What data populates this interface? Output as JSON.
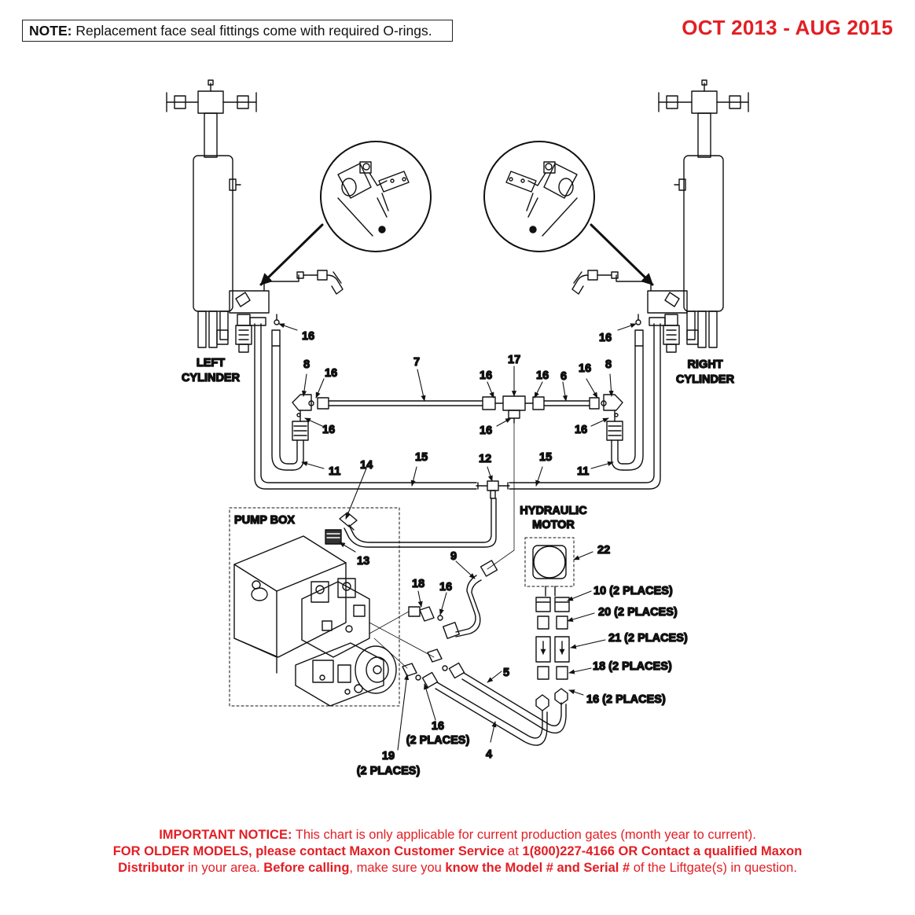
{
  "note": {
    "label": "NOTE:",
    "text": "Replacement face seal fittings come with required O-rings."
  },
  "date_range": "OCT 2013 - AUG 2015",
  "labels": {
    "left_cylinder_1": "LEFT",
    "left_cylinder_2": "CYLINDER",
    "right_cylinder_1": "RIGHT",
    "right_cylinder_2": "CYLINDER",
    "pump_box": "PUMP BOX",
    "hydraulic_motor_1": "HYDRAULIC",
    "hydraulic_motor_2": "MOTOR"
  },
  "callouts": {
    "c16_left_top": "16",
    "c16_right_top": "16",
    "c8_left": "8",
    "c16_left_elbow": "16",
    "c7": "7",
    "c16_tee_left": "16",
    "c17": "17",
    "c16_tee_right": "16",
    "c6": "6",
    "c16_right_elbow": "16",
    "c8_right": "8",
    "c16_left_lower": "16",
    "c16_tee_bottom": "16",
    "c16_right_lower": "16",
    "c15_left": "15",
    "c12": "12",
    "c15_right": "15",
    "c11_left": "11",
    "c11_right": "11",
    "c14": "14",
    "c13": "13",
    "c22": "22",
    "c9": "9",
    "c18": "18",
    "c16_pump": "16",
    "c10": "10 (2 PLACES)",
    "c20": "20 (2 PLACES)",
    "c21": "21 (2 PLACES)",
    "c18_places": "18 (2 PLACES)",
    "c16_places": "16 (2 PLACES)",
    "c5": "5",
    "c4": "4",
    "c16_bottom_1": "16",
    "c16_bottom_2": "(2 PLACES)",
    "c19_1": "19",
    "c19_2": "(2 PLACES)"
  },
  "notice": {
    "l1_bold": "IMPORTANT NOTICE:",
    "l1_text": " This chart is only applicable for current production gates (month year to current).",
    "l2_bold": "FOR OLDER MODELS, please contact Maxon Customer Service",
    "l2_text": " at ",
    "l2_bold2": "1(800)227-4166 OR Contact a qualified Maxon",
    "l3_bold": "Distributor",
    "l3_text": " in your area. ",
    "l3_bold2": "Before calling",
    "l3_text2": ", make sure you ",
    "l3_bold3": "know the Model # and Serial #",
    "l3_text3": " of the Liftgate(s) in question."
  },
  "colors": {
    "accent_red": "#e31e24",
    "line": "#111111"
  }
}
